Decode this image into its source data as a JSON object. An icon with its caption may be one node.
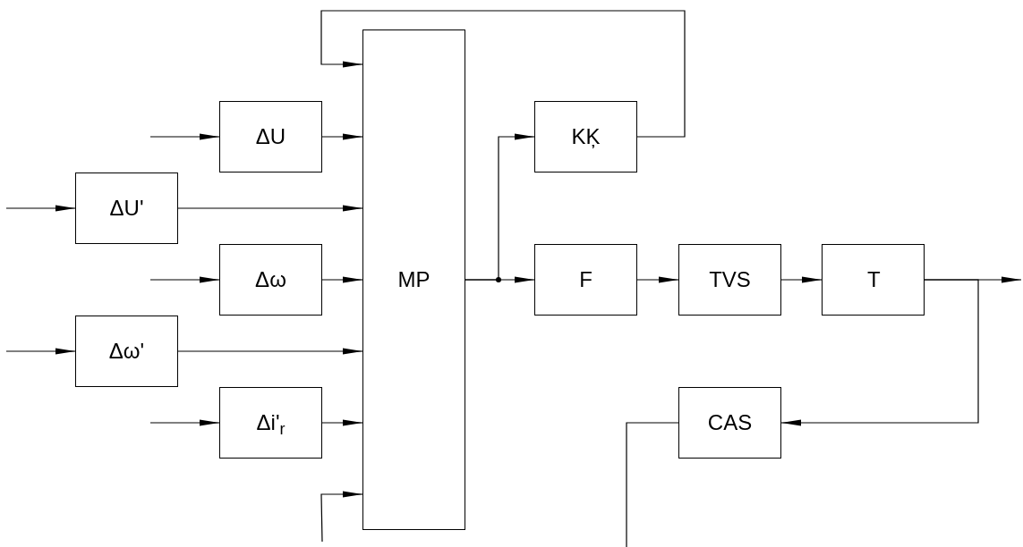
{
  "diagram": {
    "nodes": [
      {
        "text": [
          "ΔU"
        ]
      },
      {
        "text": [
          "ΔU'"
        ]
      },
      {
        "text": [
          "Δω"
        ]
      },
      {
        "text": [
          "Δω'"
        ]
      },
      {
        "text": [
          "Δi'$_{r}$"
        ]
      },
      {
        "text": [
          "MP"
        ]
      },
      {
        "text": [
          "KĶ"
        ]
      },
      {
        "text": [
          "F"
        ]
      },
      {
        "text": [
          "TVS"
        ]
      },
      {
        "text": [
          "T"
        ]
      },
      {
        "text": [
          "CAS"
        ]
      }
    ],
    "edges": [
      {
        "from": null,
        "to": 0,
        "arrow": "to"
      },
      {
        "from": 0,
        "to": 5,
        "arrow": "to"
      },
      {
        "from": null,
        "to": 1,
        "arrow": "to"
      },
      {
        "from": 1,
        "to": 5,
        "arrow": "to"
      },
      {
        "from": null,
        "to": 2,
        "arrow": "to"
      },
      {
        "from": 2,
        "to": 5,
        "arrow": "to"
      },
      {
        "from": null,
        "to": 3,
        "arrow": "to"
      },
      {
        "from": 3,
        "to": 5,
        "arrow": "to"
      },
      {
        "from": null,
        "to": 4,
        "arrow": "to"
      },
      {
        "from": 4,
        "to": 5,
        "arrow": "to"
      },
      {
        "from": 6,
        "to": 5,
        "arrow": "to"
      },
      {
        "from": null,
        "to": 5,
        "arrow": "to"
      },
      {
        "from": 5,
        "to": 7,
        "arrow": "to"
      },
      {
        "from": 5,
        "to": 6,
        "arrow": "to"
      },
      {
        "from": 7,
        "to": 8,
        "arrow": "to"
      },
      {
        "from": 8,
        "to": 9,
        "arrow": "to"
      },
      {
        "from": 9,
        "to": null,
        "arrow": "to"
      },
      {
        "from": 9,
        "to": 10,
        "arrow": "to"
      },
      {
        "from": 10,
        "to": null,
        "arrow": "none"
      }
    ]
  }
}
